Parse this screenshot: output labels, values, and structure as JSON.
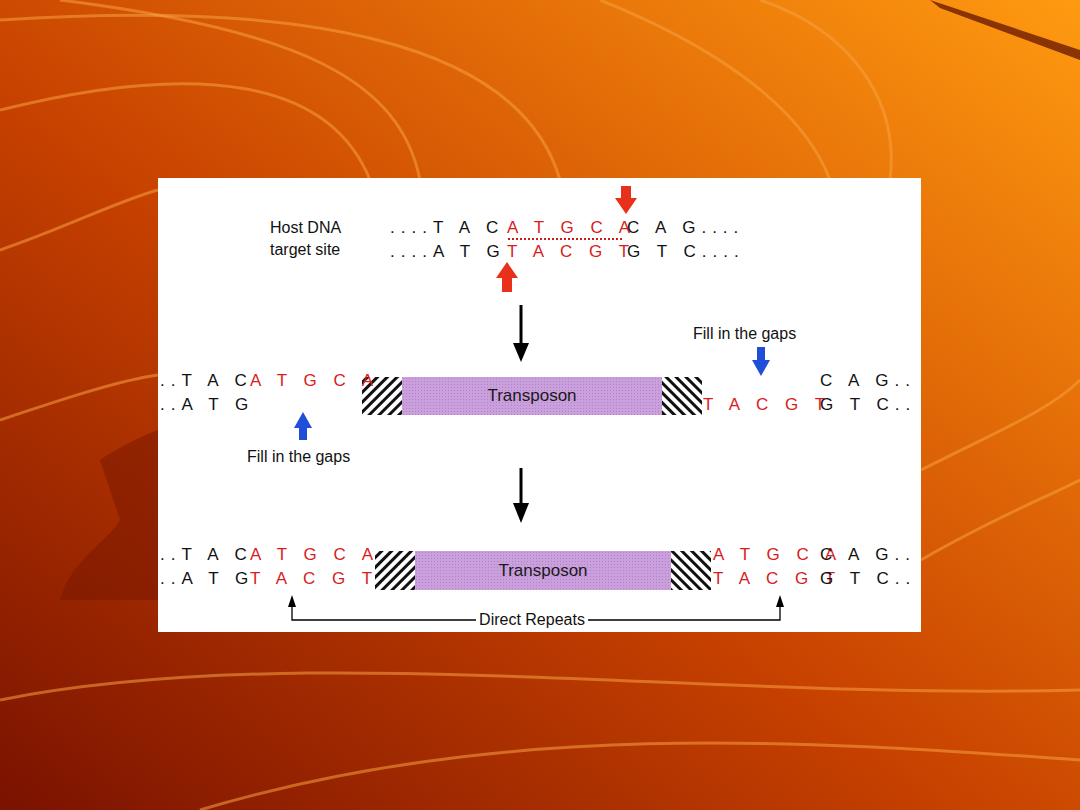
{
  "diagram": {
    "nodes": [
      {
        "text": [
          "Transposon"
        ]
      },
      {
        "text": [
          "Transposon"
        ]
      }
    ],
    "labels": [
      "Host DNA target site",
      "....T A C",
      "A T G C A",
      "C A G....",
      "....A T G",
      "T A C G T",
      "G T C....",
      "Fill in the gaps",
      "..T A C",
      "A T G C A",
      "..A T G",
      "C A G..",
      "T A C G T",
      "G T C..",
      "Fill in the gaps",
      "..T A C",
      "A T G C A",
      "..A T G",
      "T A C G T",
      "A T G C A",
      "C A G..",
      "T A C G T",
      "G T C..",
      "Direct Repeats"
    ]
  }
}
